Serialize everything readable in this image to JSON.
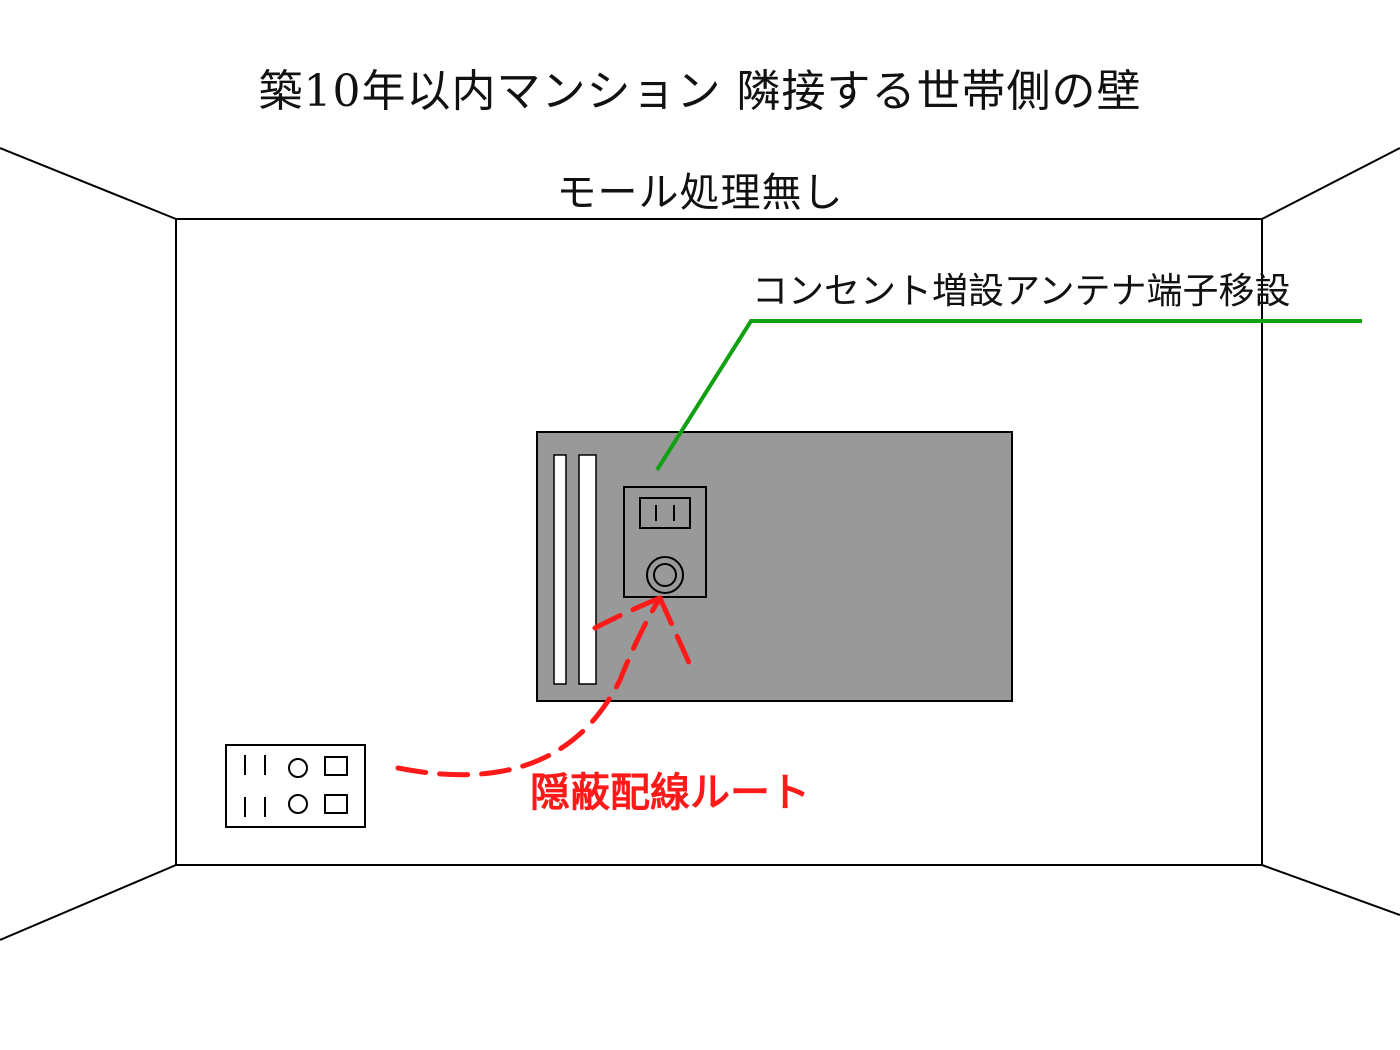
{
  "title": "築10年以内マンション  隣接する世帯側の壁",
  "subtitle": "モール処理無し",
  "callout": {
    "label": "コンセント増設アンテナ端子移設"
  },
  "route": {
    "label": "隠蔽配線ルート"
  },
  "colors": {
    "wall_outline": "#000000",
    "furniture_fill": "#999999",
    "callout_line": "#11a011",
    "route_line": "#ff1a1a"
  }
}
